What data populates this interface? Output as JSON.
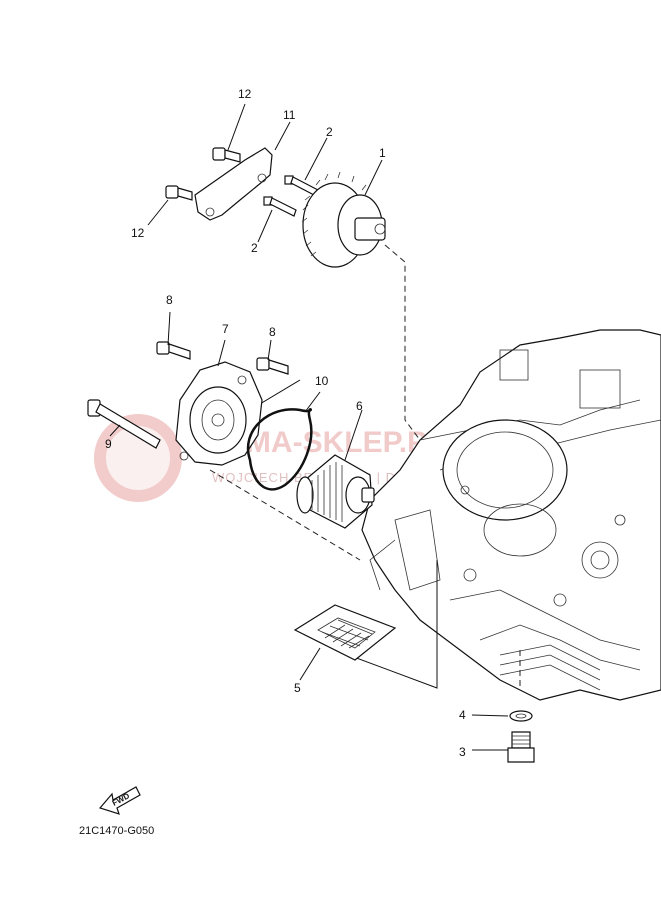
{
  "callouts": [
    {
      "id": "p12a",
      "label": "12"
    },
    {
      "id": "p11",
      "label": "11"
    },
    {
      "id": "p2a",
      "label": "2"
    },
    {
      "id": "p1",
      "label": "1"
    },
    {
      "id": "p12b",
      "label": "12"
    },
    {
      "id": "p2b",
      "label": "2"
    },
    {
      "id": "p8a",
      "label": "8"
    },
    {
      "id": "p7",
      "label": "7"
    },
    {
      "id": "p8b",
      "label": "8"
    },
    {
      "id": "p10",
      "label": "10"
    },
    {
      "id": "p6",
      "label": "6"
    },
    {
      "id": "p9",
      "label": "9"
    },
    {
      "id": "p5",
      "label": "5"
    },
    {
      "id": "p4",
      "label": "4"
    },
    {
      "id": "p3",
      "label": "3"
    }
  ],
  "watermark": {
    "brand": "YAMA-SKLEP.PL",
    "sub": "WOJCIECH BRZOSTEK | DEALER YAMAHA"
  },
  "fwd_label": "FWD",
  "diagram_code": "21C1470-G050"
}
